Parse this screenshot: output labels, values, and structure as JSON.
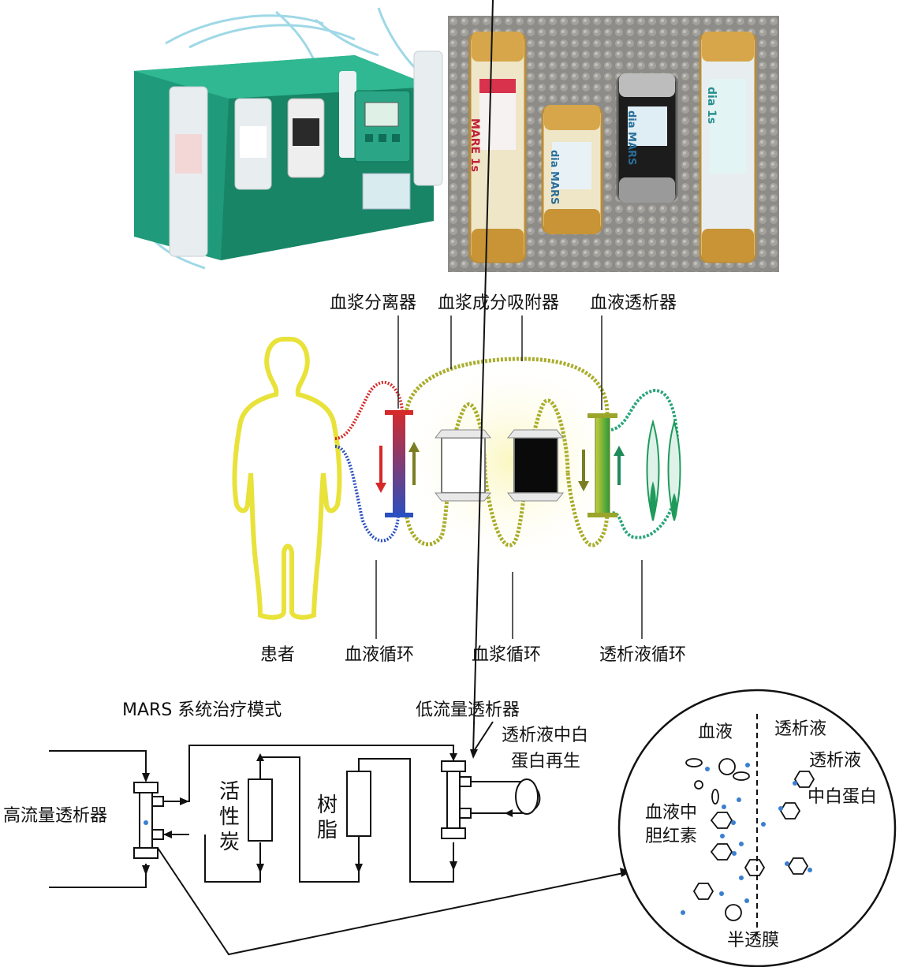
{
  "photos": {
    "machine_alt": "MARS device photo",
    "cartridges": [
      "MARE 1s",
      "dia MARS",
      "dia MARS",
      "dia 1s"
    ]
  },
  "circuit": {
    "top_labels": [
      "血浆分离器",
      "血浆成分吸附器",
      "血液透析器"
    ],
    "bottom_labels": [
      "患者",
      "血液循环",
      "血浆循环",
      "透析液循环"
    ]
  },
  "schematic": {
    "title": "MARS 系统治疗模式",
    "high_flux": "高流量透析器",
    "low_flux": "低流量透析器",
    "regen_line1": "透析液中白",
    "regen_line2": "蛋白再生",
    "charcoal": "活性炭",
    "resin": "树脂"
  },
  "membrane": {
    "blood": "血液",
    "dialysate_top": "透析液",
    "dialysate_label": "透析液",
    "albumin": "中白蛋白",
    "bilirubin_line1": "血液中",
    "bilirubin_line2": "胆红素",
    "membrane_label": "半透膜"
  },
  "colors": {
    "machine": "#1f9a7a",
    "machine_dark": "#0f6e55",
    "photo_bg": "#8a8a86",
    "red": "#d62a2a",
    "blue": "#2a4fc0",
    "olive": "#8a8f1f",
    "green": "#1f9a5a",
    "yellow_glow": "#fbf7c0",
    "dot": "#3a7fd0"
  }
}
